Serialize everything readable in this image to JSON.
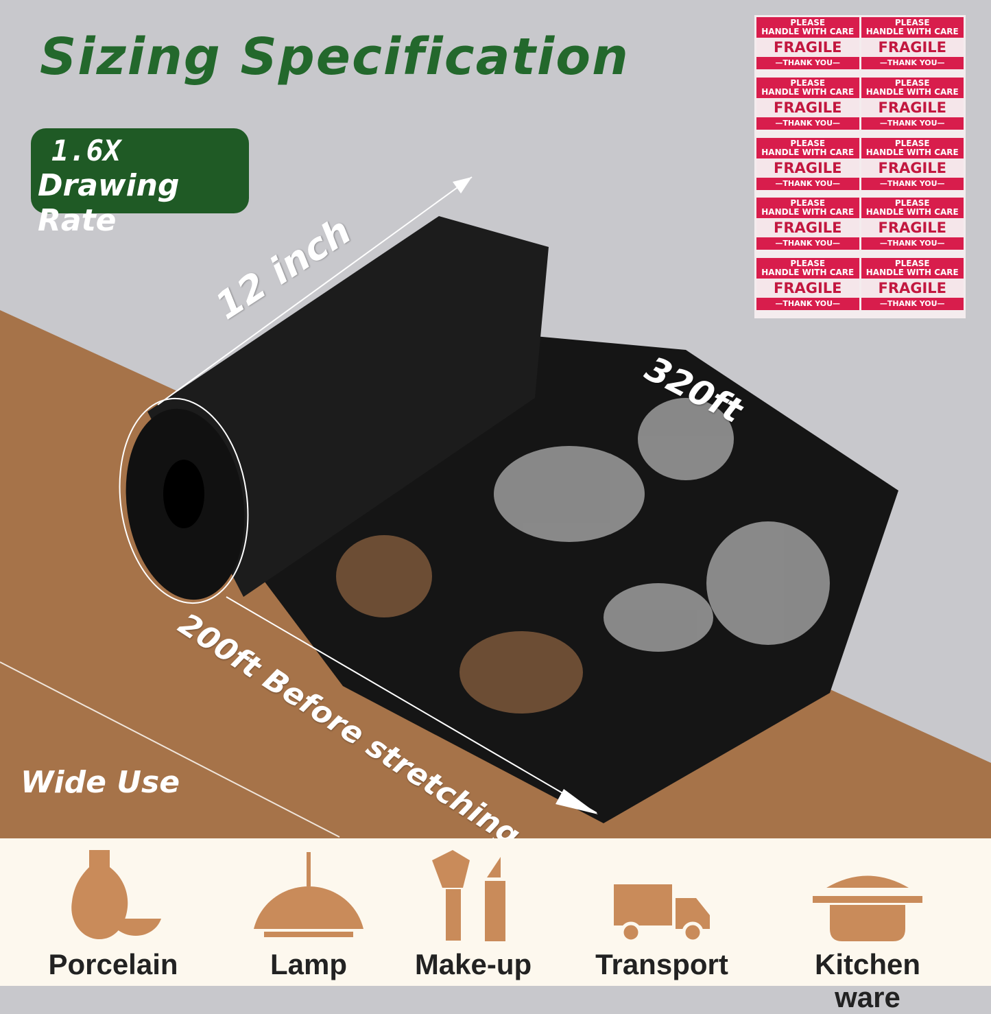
{
  "title": "Sizing Specification",
  "badge": {
    "line1": "1.6X",
    "line2": "Drawing Rate"
  },
  "dimensions": {
    "width": "12 inch",
    "stretched_length": "320ft",
    "unstretched_length": "200ft Before stretching"
  },
  "stickers": {
    "line1": "PLEASE",
    "line2": "HANDLE WITH CARE",
    "main": "FRAGILE",
    "footer": "—THANK YOU—",
    "count": 10
  },
  "wide_use": "Wide Use",
  "uses": [
    {
      "label": "Porcelain",
      "icon": "vase-bowl-icon"
    },
    {
      "label": "Lamp",
      "icon": "lamp-icon"
    },
    {
      "label": "Make-up",
      "icon": "makeup-brush-lipstick-icon"
    },
    {
      "label": "Transport",
      "icon": "truck-icon"
    },
    {
      "label": "Kitchen ware",
      "icon": "pot-icon"
    }
  ],
  "colors": {
    "title": "#23682c",
    "badge": "#1f5a25",
    "floor": "#a67349",
    "icon": "#c98b5a",
    "sticker": "#d81d4c"
  }
}
